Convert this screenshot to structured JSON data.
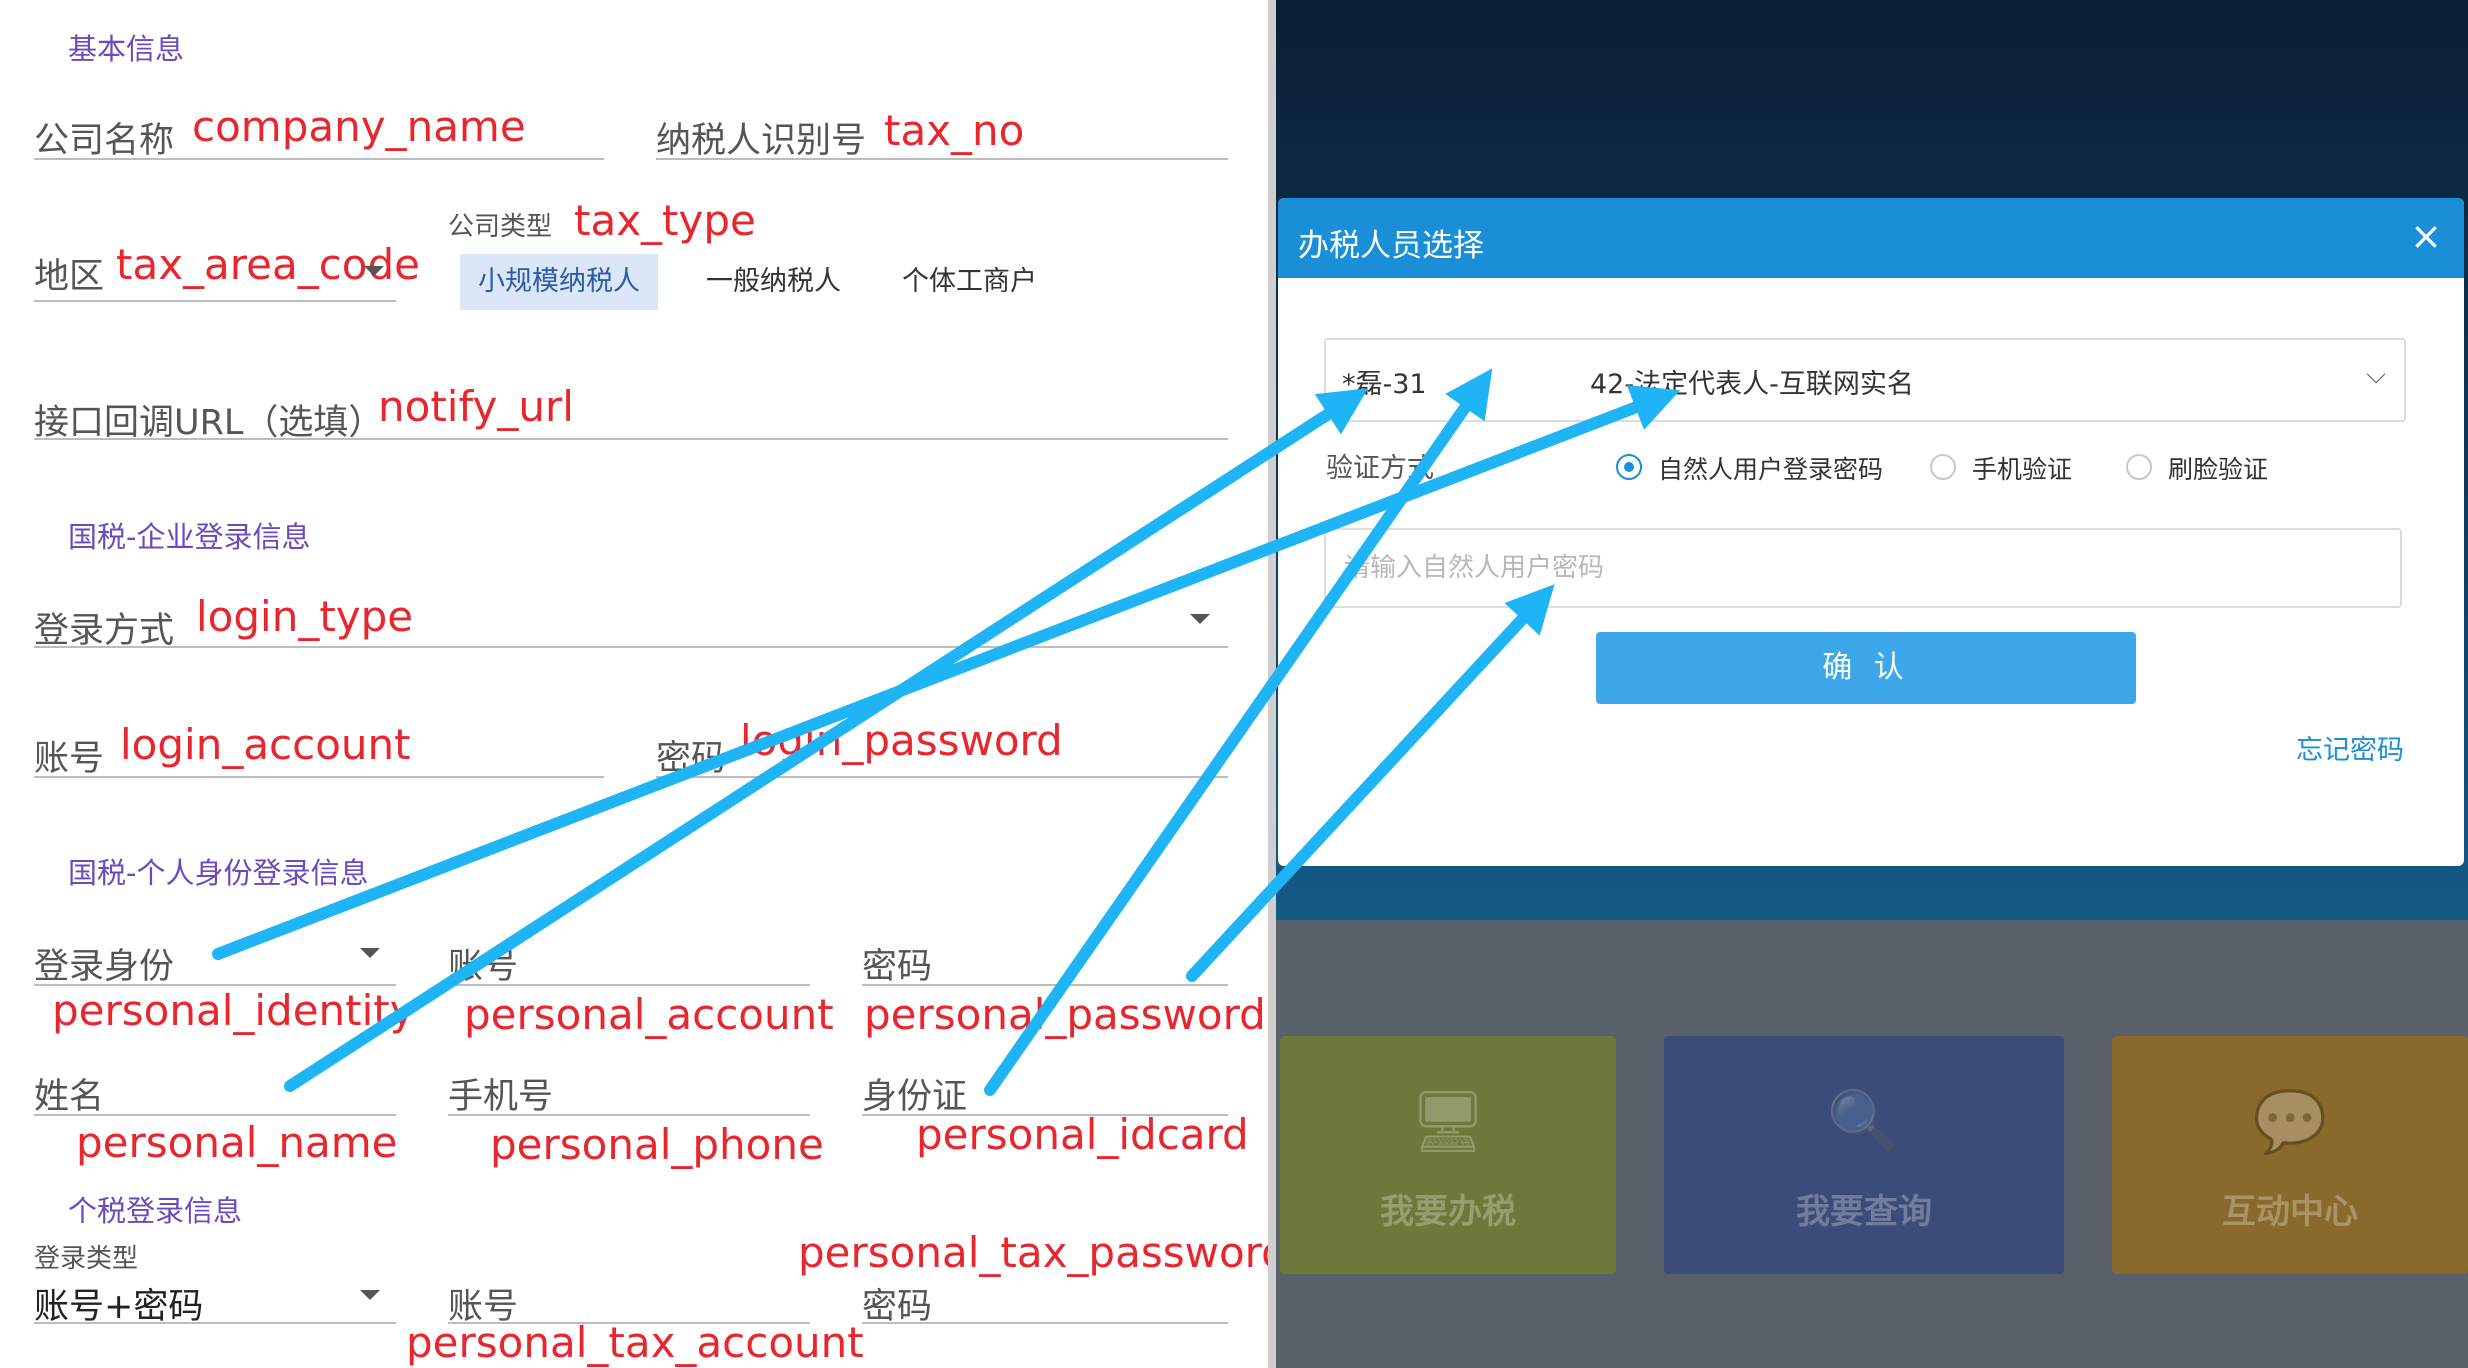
{
  "form": {
    "sections": {
      "basic": "基本信息",
      "tax_company_login": "国税-企业登录信息",
      "tax_personal_login": "国税-个人身份登录信息",
      "personal_tax_login": "个税登录信息"
    },
    "company_name": {
      "label": "公司名称",
      "field": "company_name"
    },
    "tax_no": {
      "label": "纳税人识别号",
      "field": "tax_no"
    },
    "area": {
      "label": "地区",
      "field": "tax_area_code"
    },
    "company_type": {
      "label": "公司类型",
      "field": "tax_type",
      "options": [
        "小规模纳税人",
        "一般纳税人",
        "个体工商户"
      ],
      "selected": "小规模纳税人"
    },
    "notify_url": {
      "label": "接口回调URL（选填）",
      "field": "notify_url"
    },
    "login_type": {
      "label": "登录方式",
      "field": "login_type"
    },
    "login_account": {
      "label": "账号",
      "field": "login_account"
    },
    "login_password": {
      "label": "密码",
      "field": "login_password"
    },
    "personal_identity": {
      "label": "登录身份",
      "field": "personal_identity"
    },
    "personal_account": {
      "label": "账号",
      "field": "personal_account"
    },
    "personal_password": {
      "label": "密码",
      "field": "personal_password"
    },
    "personal_name": {
      "label": "姓名",
      "field": "personal_name"
    },
    "personal_phone": {
      "label": "手机号",
      "field": "personal_phone"
    },
    "personal_idcard": {
      "label": "身份证",
      "field": "personal_idcard"
    },
    "personal_tax_type": {
      "label": "登录类型",
      "value": "账号+密码"
    },
    "personal_tax_account": {
      "label": "账号",
      "field": "personal_tax_account"
    },
    "personal_tax_password": {
      "label": "密码",
      "field": "personal_tax_password"
    }
  },
  "dialog": {
    "title": "办税人员选择",
    "close": "×",
    "select_left": "*磊-31",
    "select_right": "42-法定代表人-互联网实名",
    "verify_label": "验证方式",
    "radio_options": [
      "自然人用户登录密码",
      "手机验证",
      "刷脸验证"
    ],
    "radio_selected": "自然人用户登录密码",
    "password_placeholder": "请输入自然人用户密码",
    "confirm": "确 认",
    "forgot": "忘记密码"
  },
  "tiles": [
    {
      "label": "我要办税",
      "color": "#6b7a3a",
      "icon": "monitor-icon"
    },
    {
      "label": "我要查询",
      "color": "#3c4c78",
      "icon": "search-doc-icon"
    },
    {
      "label": "互动中心",
      "color": "#8a6a2c",
      "icon": "chat-icon"
    }
  ],
  "colors": {
    "accent": "#1a8fd8",
    "annotation_red": "#e8262e",
    "arrow": "#1eb4f5",
    "section": "#6a4bbd"
  }
}
